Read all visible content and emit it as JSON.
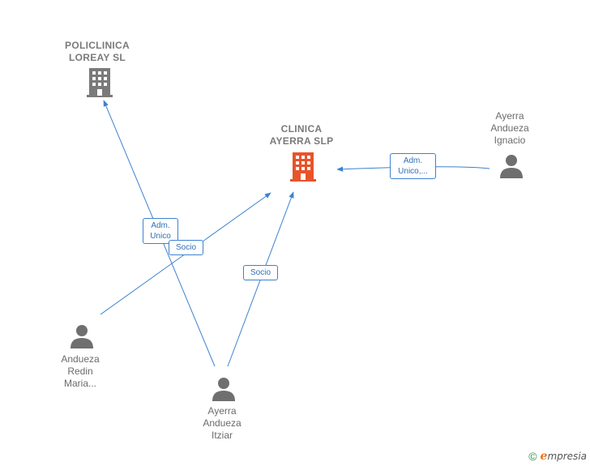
{
  "nodes": {
    "policlinica": {
      "label_line1": "POLICLINICA",
      "label_line2": "LOREAY  SL",
      "icon": "building-icon",
      "color": "#7a7a7a"
    },
    "clinica": {
      "label_line1": "CLINICA",
      "label_line2": "AYERRA  SLP",
      "icon": "building-icon",
      "color": "#e8542a"
    },
    "ignacio": {
      "label_line1": "Ayerra",
      "label_line2": "Andueza",
      "label_line3": "Ignacio",
      "icon": "person-icon"
    },
    "maria": {
      "label_line1": "Andueza",
      "label_line2": "Redin",
      "label_line3": "Maria...",
      "icon": "person-icon"
    },
    "itziar": {
      "label_line1": "Ayerra",
      "label_line2": "Andueza",
      "label_line3": "Itziar",
      "icon": "person-icon"
    }
  },
  "edges": {
    "ignacio_clinica": {
      "line1": "Adm.",
      "line2": "Unico,..."
    },
    "itziar_policlinica": {
      "line1": "Adm.",
      "line2": "Unico"
    },
    "maria_clinica": {
      "line1": "Socio"
    },
    "itziar_clinica": {
      "line1": "Socio"
    }
  },
  "colors": {
    "edge": "#3d82d0",
    "person": "#6f6f6f"
  },
  "footer": {
    "copyright": "©",
    "brand_first": "e",
    "brand_rest": "mpresia"
  }
}
